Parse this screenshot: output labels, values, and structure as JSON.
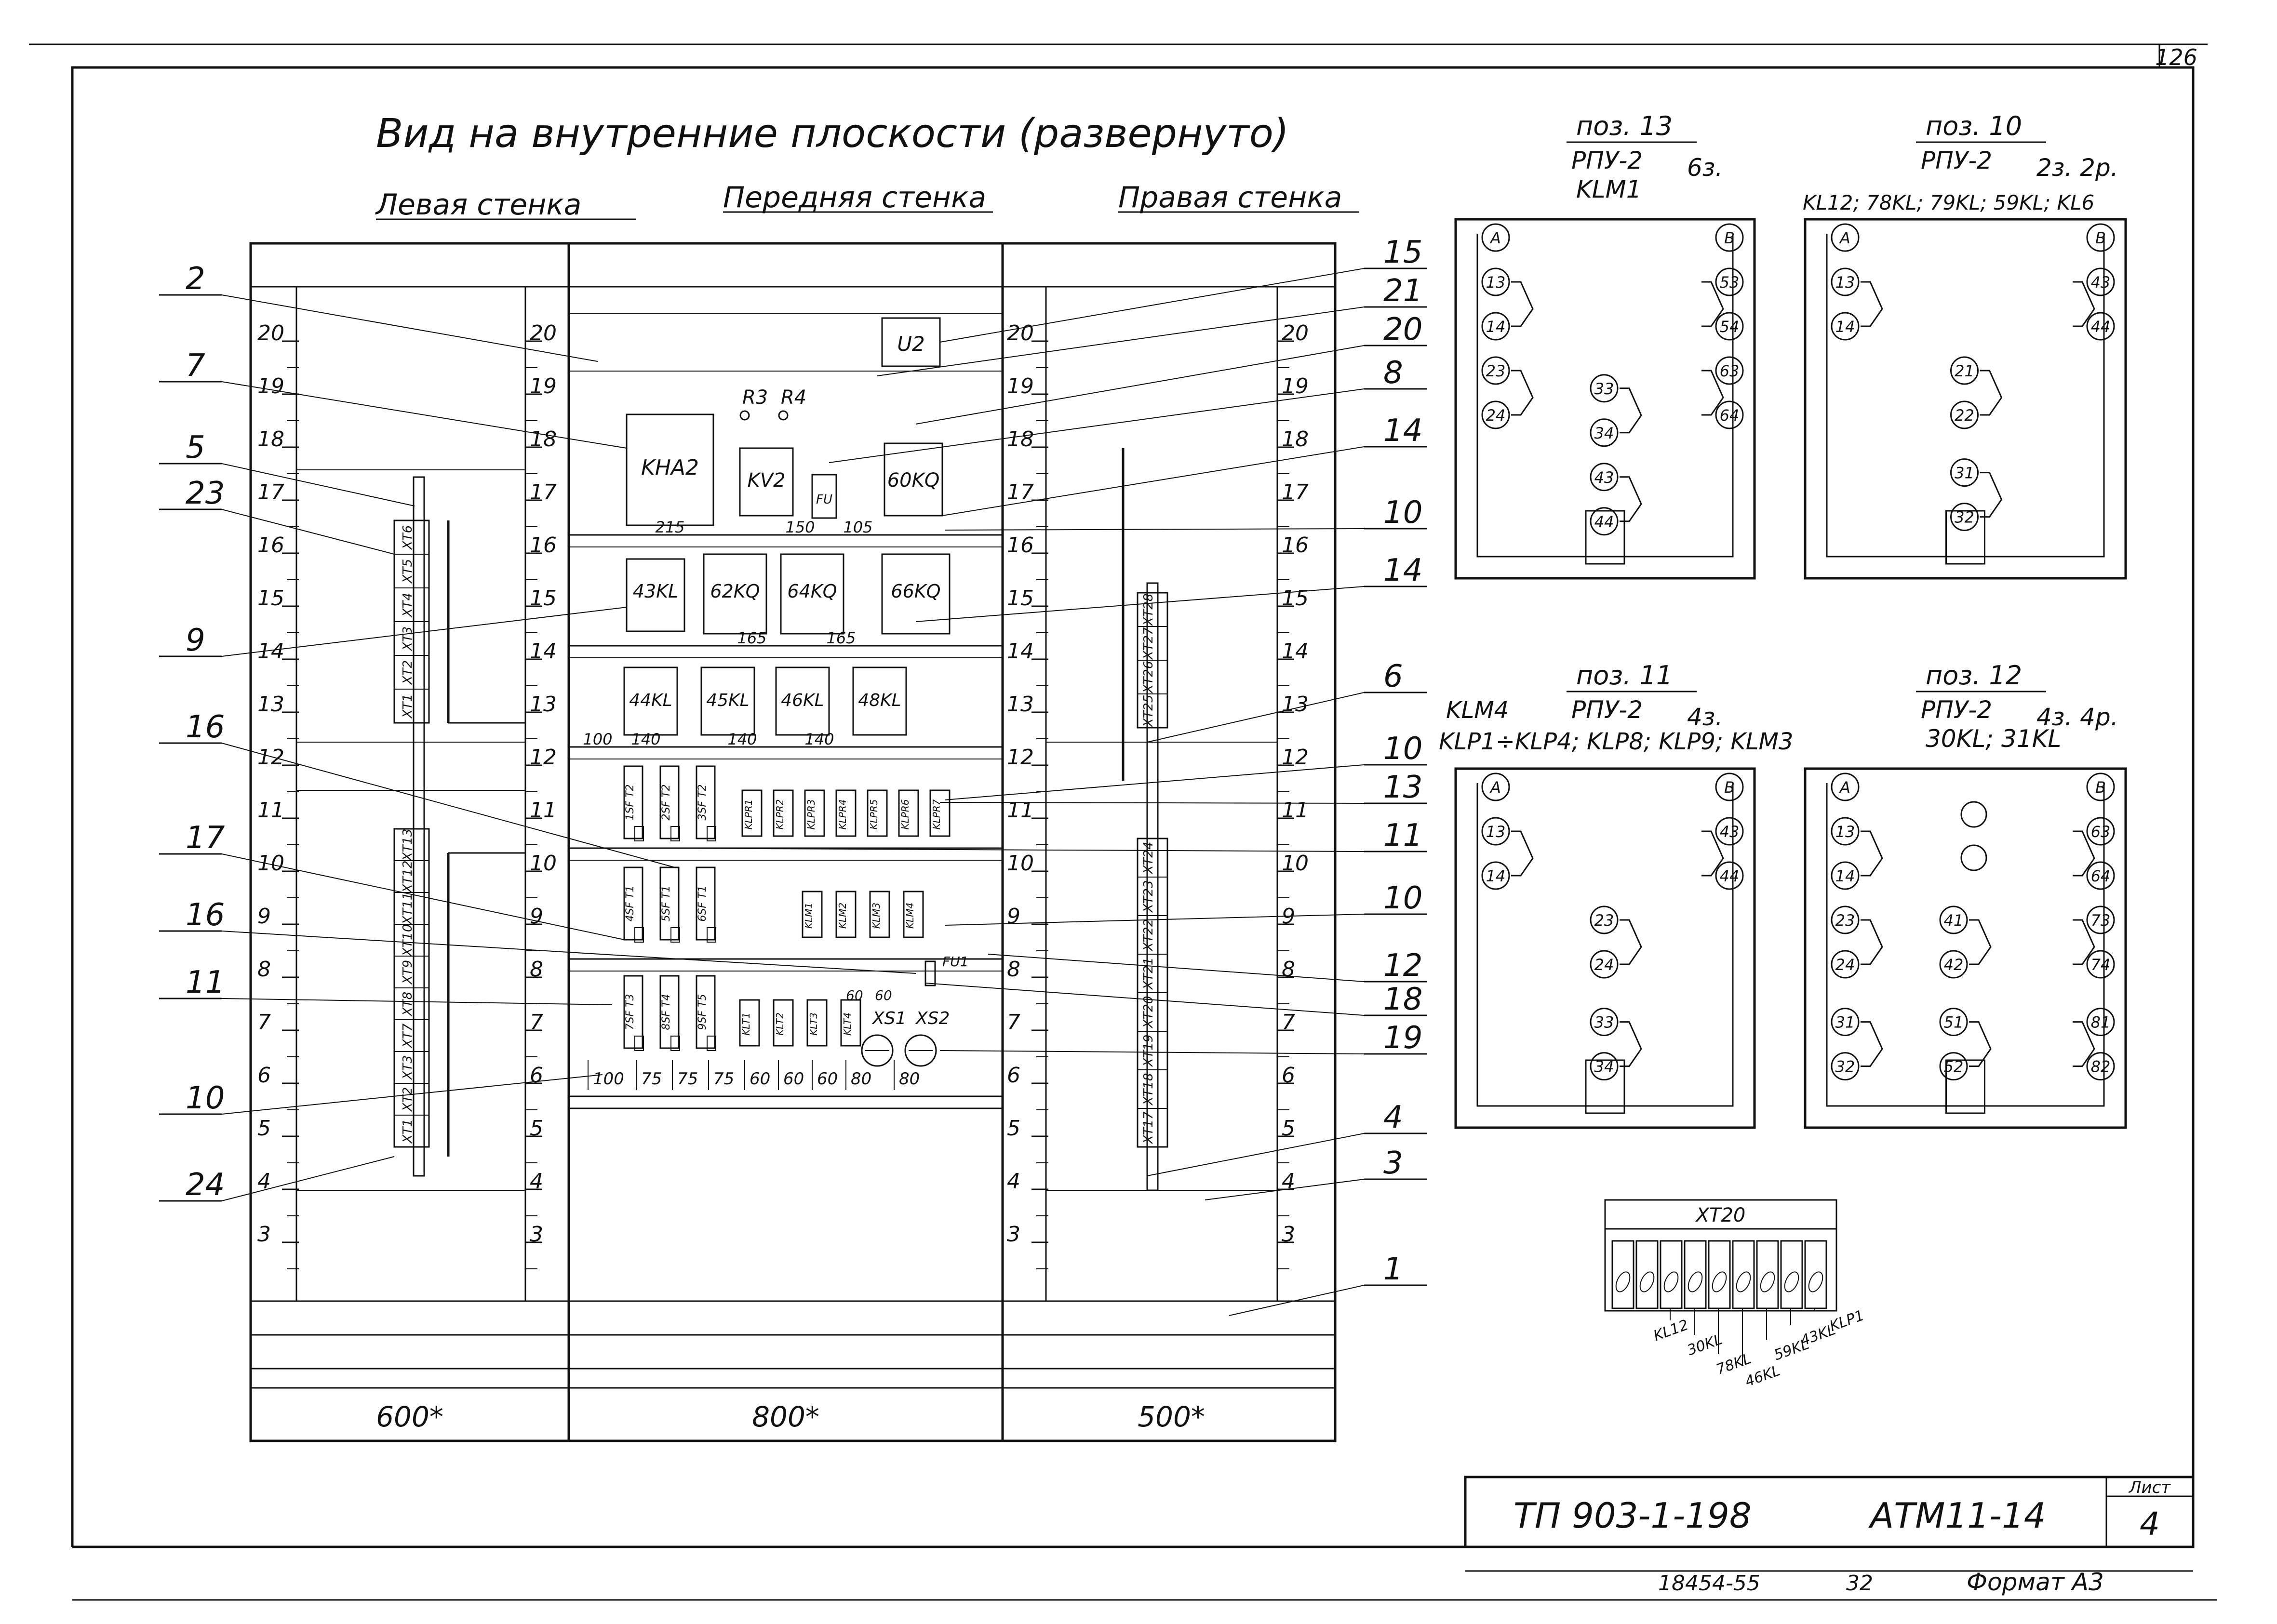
{
  "page_number": "126",
  "title": "Вид на внутренние плоскости (развернуто)",
  "walls": {
    "left": "Левая стенка",
    "front": "Передняя стенка",
    "right": "Правая стенка"
  },
  "dimensions": {
    "left": "600*",
    "front": "800*",
    "right": "500*"
  },
  "scale_numbers": [
    "20",
    "19",
    "18",
    "17",
    "16",
    "15",
    "14",
    "13",
    "12",
    "11",
    "10",
    "9",
    "8",
    "7",
    "6",
    "5",
    "4",
    "3"
  ],
  "callouts_left": [
    "2",
    "7",
    "5",
    "23",
    "9",
    "16",
    "17",
    "16",
    "11",
    "10",
    "24"
  ],
  "callouts_right": [
    "15",
    "21",
    "20",
    "8",
    "14",
    "10",
    "14",
    "6",
    "10",
    "13",
    "11",
    "10",
    "12",
    "18",
    "19",
    "4",
    "3",
    "1"
  ],
  "front_devices": {
    "row1": [
      "U2"
    ],
    "resistors": [
      "R3",
      "R4"
    ],
    "row2": [
      "KHA2",
      "KV2",
      "60KQ"
    ],
    "row2_extra": "FU",
    "row2_dims": [
      "215",
      "150",
      "105"
    ],
    "row3": [
      "43KL",
      "62KQ",
      "64KQ",
      "66KQ"
    ],
    "row3_dims": [
      "165",
      "165"
    ],
    "row4": [
      "44KL",
      "45KL",
      "46KL",
      "48KL"
    ],
    "row4_dims": [
      "100",
      "140",
      "140",
      "140"
    ],
    "row5_switches": [
      "1SF T2",
      "2SF T2",
      "3SF T2"
    ],
    "row5_terminals": [
      "KLPR1",
      "KLPR2",
      "KLPR3",
      "KLPR4",
      "KLPR5",
      "KLPR6",
      "KLPR7"
    ],
    "row6_switches": [
      "4SF T1",
      "5SF T1",
      "6SF T1"
    ],
    "row6_terminals": [
      "KLM1",
      "KLM2",
      "KLM3",
      "KLM4"
    ],
    "row7_switches": [
      "7SF T3",
      "8SF T4",
      "9SF T5"
    ],
    "row7_terminals": [
      "KLT1",
      "KLT2",
      "KLT3",
      "KLT4"
    ],
    "row7_labels": [
      "FU1",
      "60",
      "60"
    ],
    "sockets": [
      "XS1",
      "XS2"
    ],
    "bottom_dims": [
      "100",
      "75",
      "75",
      "75",
      "60",
      "60",
      "60",
      "80",
      "80"
    ]
  },
  "left_terminal_blocks": {
    "upper": [
      "XT6",
      "XT5",
      "XT4",
      "XT3",
      "XT2",
      "XT1"
    ],
    "lower": [
      "XT13",
      "XT12",
      "XT11",
      "XT10",
      "XT9",
      "XT8",
      "XT7",
      "XT3",
      "XT2",
      "XT1"
    ]
  },
  "right_terminal_blocks": {
    "upper": [
      "XT28",
      "XT27",
      "XT26",
      "XT25"
    ],
    "lower": [
      "XT24",
      "XT23",
      "XT22",
      "XT21",
      "XT20",
      "XT19",
      "XT18",
      "XT17"
    ]
  },
  "relays": [
    {
      "pos": "поз. 13",
      "type": "РПУ-2",
      "contacts": "6з.",
      "names": "KLM1",
      "terminals": [
        "A",
        "B",
        "13",
        "14",
        "23",
        "24",
        "33",
        "34",
        "43",
        "44",
        "53",
        "54",
        "63",
        "64"
      ]
    },
    {
      "pos": "поз. 10",
      "type": "РПУ-2",
      "contacts": "2з. 2р.",
      "names": "KL12; 78KL; 79KL; 59KL; KL6",
      "terminals": [
        "A",
        "B",
        "13",
        "14",
        "43",
        "44",
        "21",
        "22",
        "31",
        "32"
      ]
    },
    {
      "pos": "поз. 11",
      "type": "РПУ-2",
      "contacts": "4з.",
      "names": "KLM4",
      "names2": "KLP1÷KLP4; KLP8; KLP9; KLM3",
      "terminals": [
        "A",
        "B",
        "13",
        "14",
        "43",
        "44",
        "23",
        "24",
        "33",
        "34"
      ]
    },
    {
      "pos": "поз. 12",
      "type": "РПУ-2",
      "contacts": "4з. 4р.",
      "names": "30KL; 31KL",
      "terminals": [
        "A",
        "B",
        "13",
        "14",
        "63",
        "64",
        "23",
        "24",
        "41",
        "42",
        "73",
        "74",
        "31",
        "32",
        "51",
        "52",
        "81",
        "82"
      ]
    }
  ],
  "xt20": {
    "label": "XT20",
    "wires": [
      "KL12",
      "30KL",
      "78KL",
      "46KL",
      "59KL",
      "43KL",
      "KLP1"
    ]
  },
  "title_block": {
    "project": "ТП 903-1-198",
    "code": "АТМ11-14",
    "sheet_label": "Лист",
    "sheet": "4",
    "inv": "18454-55",
    "copy": "32",
    "format": "Формат А3"
  }
}
